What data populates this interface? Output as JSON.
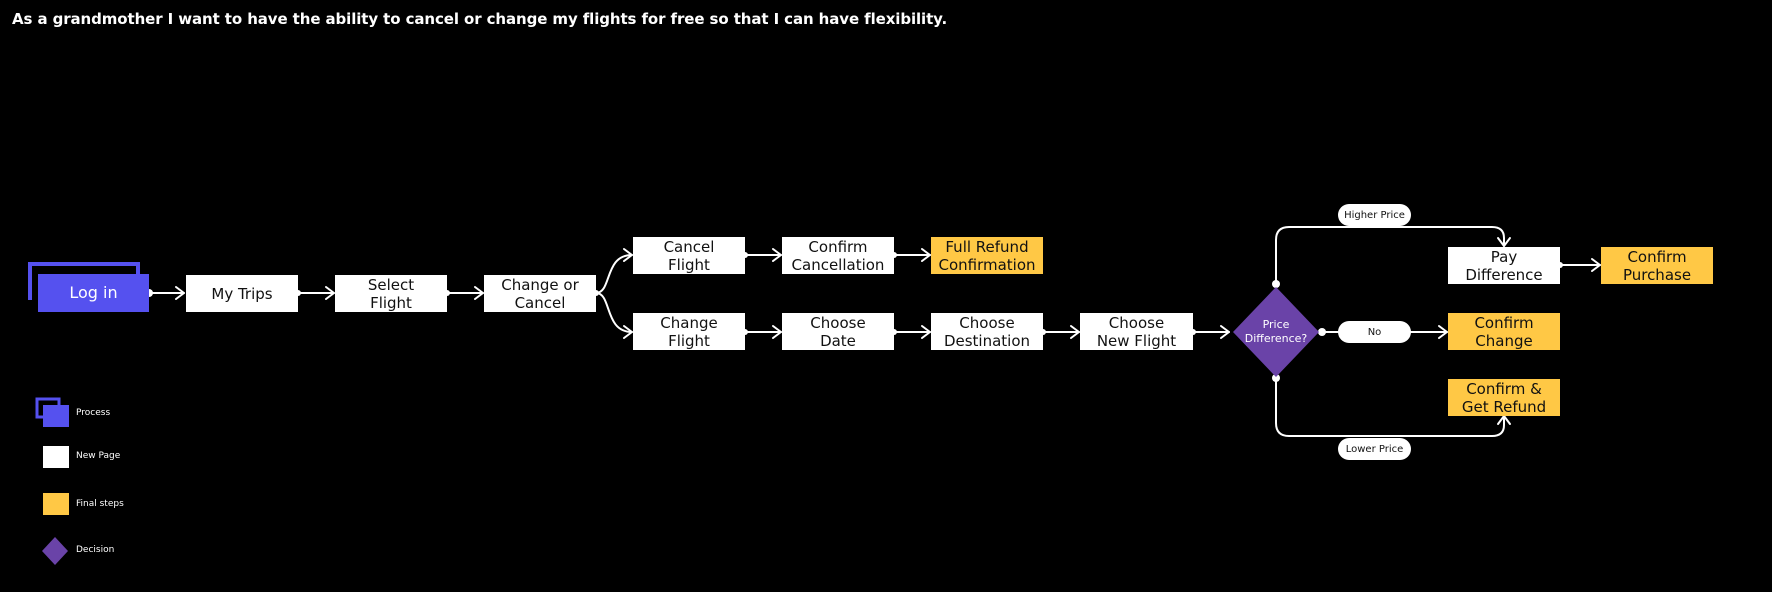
{
  "title": "As a grandmother I want to have the ability to cancel or change my flights for free so that I can have flexibility.",
  "colors": {
    "background": "#000000",
    "process": "#5551ef",
    "page": "#ffffff",
    "final": "#ffc845",
    "decision": "#6a43a8",
    "connector": "#ffffff"
  },
  "nodes": {
    "log_in": "Log in",
    "my_trips": "My Trips",
    "select_flight": "Select\nFlight",
    "change_or_cancel": "Change or\nCancel",
    "cancel_flight": "Cancel\nFlight",
    "confirm_cancellation": "Confirm\nCancellation",
    "full_refund": "Full Refund\nConfirmation",
    "change_flight": "Change\nFlight",
    "choose_date": "Choose\nDate",
    "choose_destination": "Choose\nDestination",
    "choose_new_flight": "Choose\nNew Flight",
    "price_difference": "Price\nDifference?",
    "pay_difference": "Pay\nDifference",
    "confirm_purchase": "Confirm\nPurchase",
    "confirm_change": "Confirm\nChange",
    "confirm_get_refund": "Confirm &\nGet Refund"
  },
  "branch_labels": {
    "higher": "Higher Price",
    "no": "No",
    "lower": "Lower Price"
  },
  "legend": {
    "process": "Process",
    "new_page": "New Page",
    "final_steps": "Final steps",
    "decision": "Decision"
  }
}
